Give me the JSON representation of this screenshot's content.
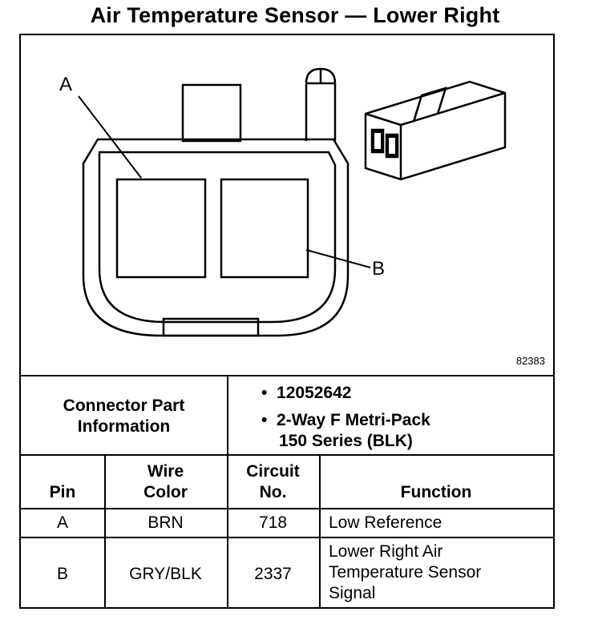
{
  "title": "Air Temperature Sensor — Lower Right",
  "diagram": {
    "figure_number": "82383",
    "label_a": "A",
    "label_b": "B"
  },
  "connector": {
    "heading_line1": "Connector Part",
    "heading_line2": "Information",
    "part_number": "12052642",
    "desc_line1": "2-Way F Metri-Pack",
    "desc_line2": "150 Series (BLK)"
  },
  "columns": {
    "pin": "Pin",
    "wire_line1": "Wire",
    "wire_line2": "Color",
    "circuit_line1": "Circuit",
    "circuit_line2": "No.",
    "function": "Function"
  },
  "rows": [
    {
      "pin": "A",
      "wire": "BRN",
      "circuit": "718",
      "function_lines": [
        "Low Reference"
      ]
    },
    {
      "pin": "B",
      "wire": "GRY/BLK",
      "circuit": "2337",
      "function_lines": [
        "Lower Right Air",
        "Temperature Sensor",
        "Signal"
      ]
    }
  ]
}
